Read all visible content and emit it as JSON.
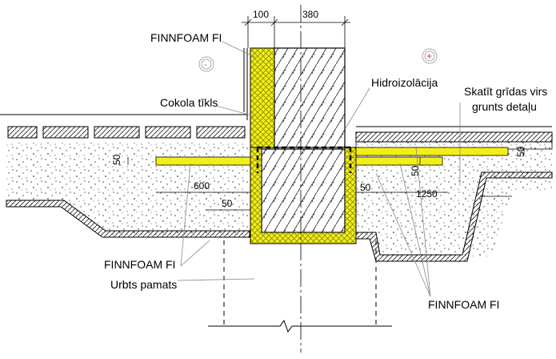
{
  "labels": {
    "finnfoam_top": "FINNFOAM FI",
    "cokola_tikls": "Cokola tīkls",
    "hidroizolacija": "Hidroizolācija",
    "skatit_line1": "Skatīt grīdas virs",
    "skatit_line2": "grunts detaļu",
    "finnfoam_bottom_left": "FINNFOAM FI",
    "urbts_pamats": "Urbts pamats",
    "finnfoam_bottom_right": "FINNFOAM FI"
  },
  "dimensions": {
    "d100": "100",
    "d380": "380",
    "d50_left": "50",
    "d600": "600",
    "d50_bottom": "50",
    "d50_right_foot": "50",
    "d50_slab": "50",
    "d1250": "1250",
    "d50_far_right": "50"
  },
  "colors": {
    "insulation": "#f2ee1a",
    "insulation_hatch": "#8a8a00",
    "line": "#000000"
  },
  "symbols": {
    "minus": "-",
    "plus": "+"
  }
}
